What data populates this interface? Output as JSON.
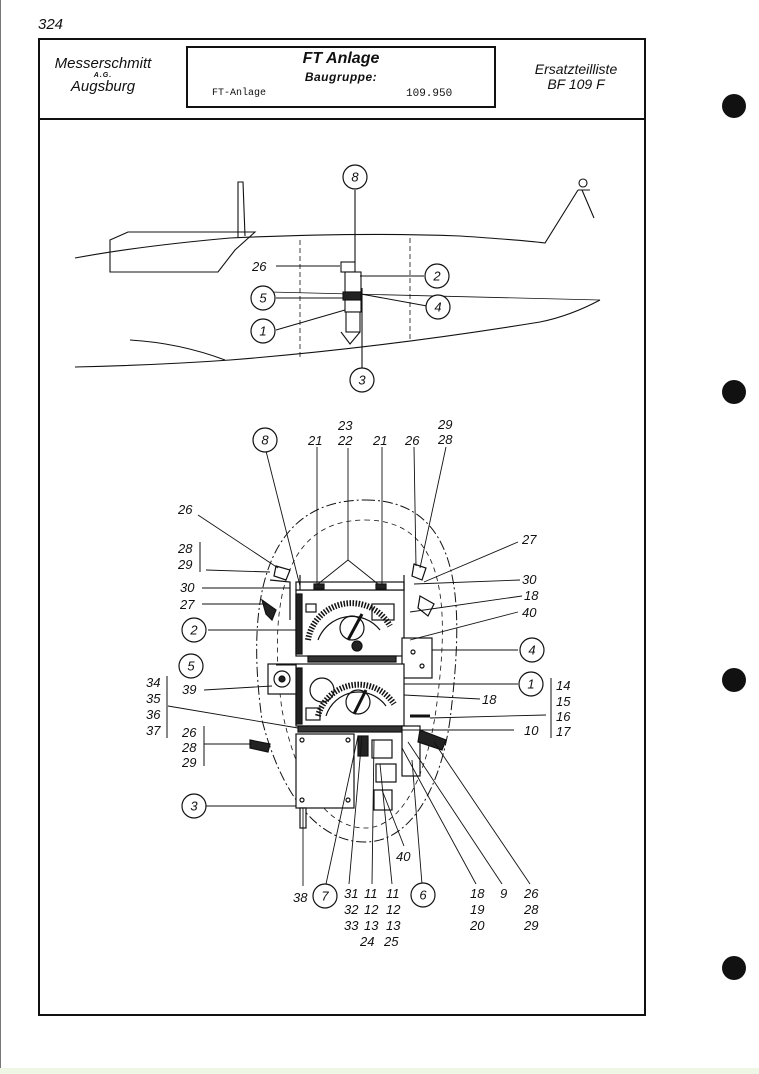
{
  "page": {
    "number": "324"
  },
  "header": {
    "maker": {
      "name": "Messerschmitt",
      "suffix": "A.G.",
      "city": "Augsburg"
    },
    "title": "FT Anlage",
    "group_label": "Baugruppe:",
    "group_name": "FT-Anlage",
    "group_number": "109.950",
    "parts_list": {
      "line1": "Ersatzteilliste",
      "line2": "BF 109 F"
    }
  },
  "callouts": {
    "side_view": [
      "8",
      "26",
      "2",
      "5",
      "4",
      "1",
      "3"
    ],
    "detail_circled": [
      "8",
      "2",
      "5",
      "3",
      "7",
      "6",
      "4",
      "1"
    ],
    "detail_numbers": {
      "n21a": "21",
      "n23": "23",
      "n22": "22",
      "n21b": "21",
      "n26top": "26",
      "n29top": "29",
      "n28top": "28",
      "n26l": "26",
      "n28l": "28",
      "n29l": "29",
      "n30l": "30",
      "n27l": "27",
      "n27r": "27",
      "n30r": "30",
      "n18a": "18",
      "n40a": "40",
      "n34": "34",
      "n35": "35",
      "n36": "36",
      "n37": "37",
      "n39": "39",
      "n14": "14",
      "n15": "15",
      "n16": "16",
      "n17": "17",
      "n18b": "18",
      "n10": "10",
      "n26m": "26",
      "n28m": "28",
      "n29m": "29",
      "n40b": "40",
      "n38": "38",
      "c31": "31",
      "c32": "32",
      "c33": "33",
      "c11a": "11",
      "c12a": "12",
      "c13a": "13",
      "c24": "24",
      "c11b": "11",
      "c12b": "12",
      "c13b": "13",
      "c25": "25",
      "c18": "18",
      "c19": "19",
      "c20": "20",
      "c9": "9",
      "c26": "26",
      "c28": "28",
      "c29": "29"
    }
  }
}
